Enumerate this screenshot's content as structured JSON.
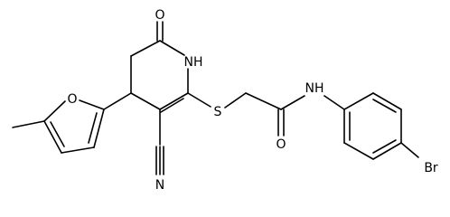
{
  "molecule": {
    "atom_labels": {
      "carbonyl_o_ring": "O",
      "ring_nh": "NH",
      "thioether_s": "S",
      "amide_o": "O",
      "amide_nh": "NH",
      "furan_o": "O",
      "nitrile_n": "N",
      "bromine": "Br"
    },
    "colors": {
      "bond": "#000000",
      "label": "#000000",
      "background": "#ffffff"
    }
  }
}
